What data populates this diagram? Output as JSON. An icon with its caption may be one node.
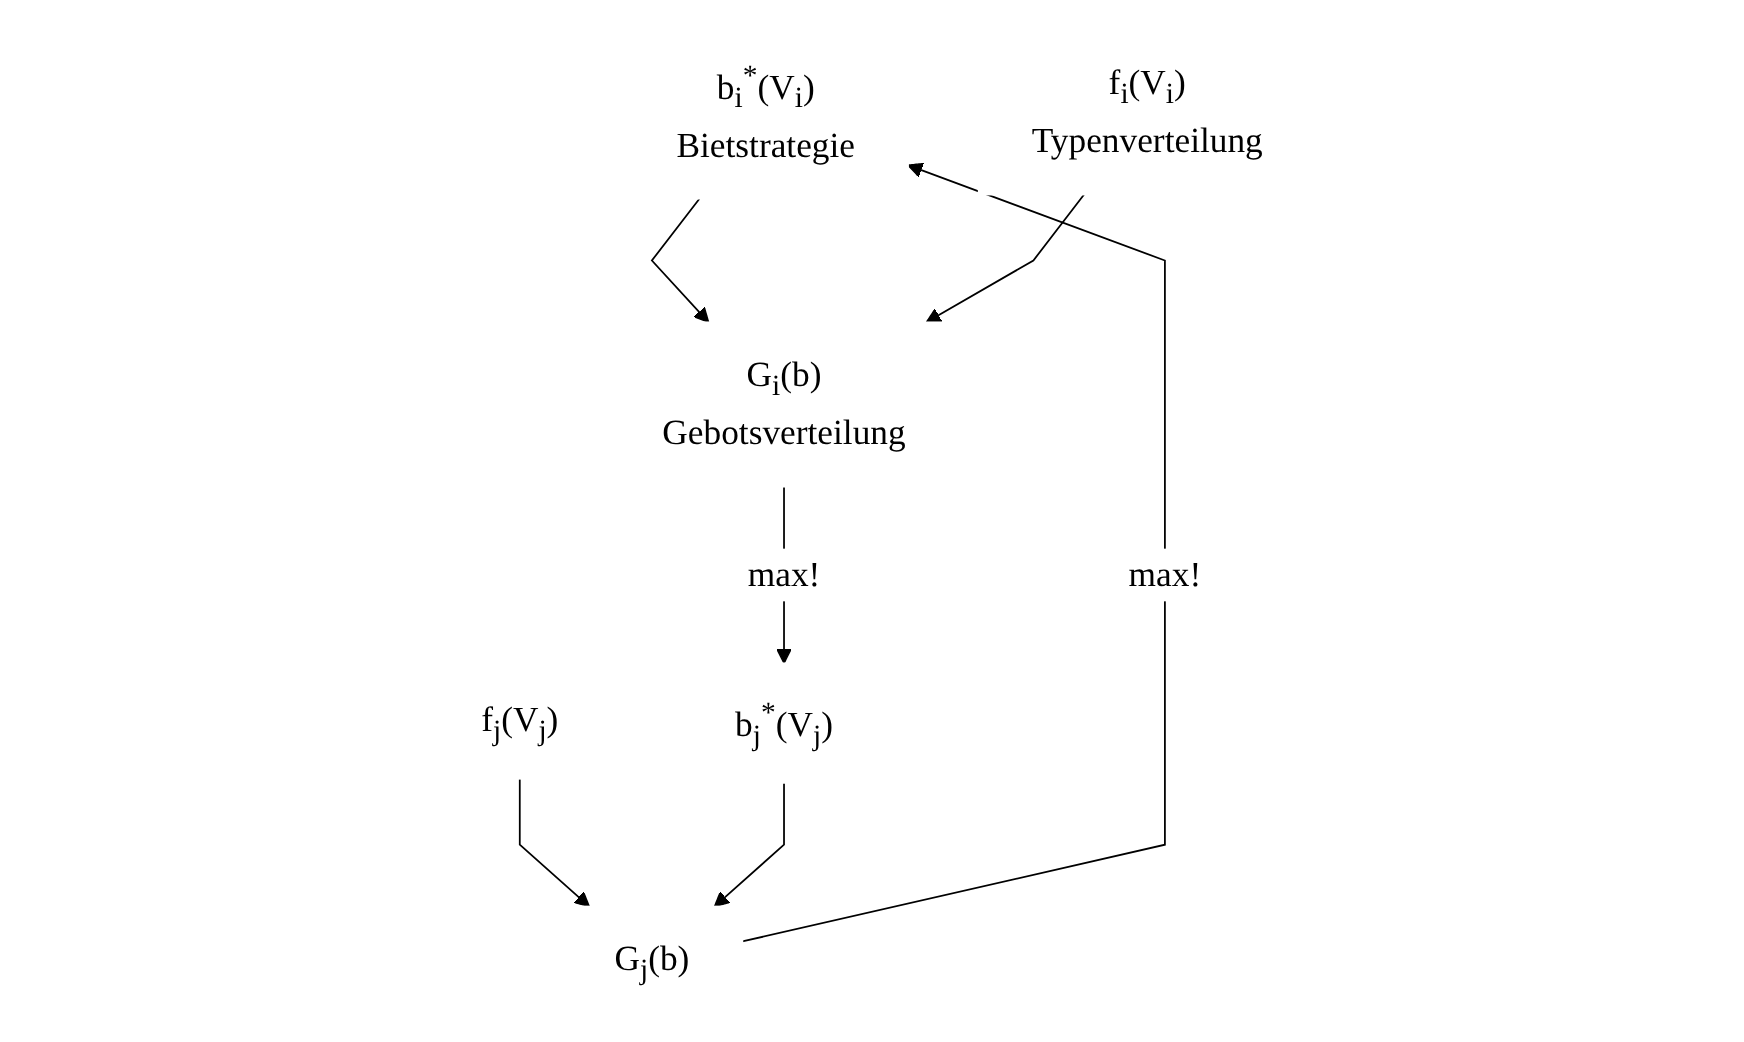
{
  "diagram": {
    "nodes": [
      {
        "text": [
          "b$_{i}$$^{*}$(V$_{i}$)",
          "Bietstrategie"
        ]
      },
      {
        "text": [
          "f$_{j}$(V$_{j}$)"
        ]
      },
      {
        "text": [
          "G$_{j}$(b)"
        ]
      },
      {
        "text": [
          "G$_{i}$(b)",
          "Gebotsverteilung"
        ]
      },
      {
        "text": [
          "f$_{i}$(V$_{i}$)",
          "Typenverteilung"
        ]
      },
      {
        "text": [
          "b$_{j}$$^{*}$(V$_{j}$)"
        ]
      }
    ],
    "edges": [
      {
        "from": 2,
        "to": 0,
        "arrow": "to",
        "label": "max!"
      },
      {
        "from": 0,
        "to": 3,
        "arrow": "to"
      },
      {
        "from": 4,
        "to": 3,
        "arrow": "to"
      },
      {
        "from": 1,
        "to": 2,
        "arrow": "to"
      },
      {
        "from": 3,
        "to": 5,
        "arrow": "to",
        "label": "max!"
      },
      {
        "from": 5,
        "to": 2,
        "arrow": "to"
      }
    ]
  }
}
